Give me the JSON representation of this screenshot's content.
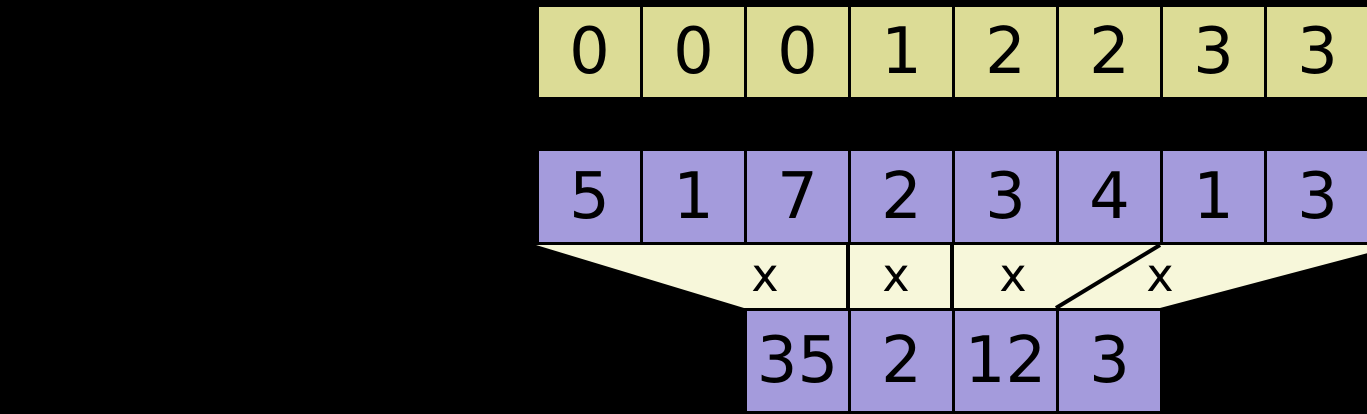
{
  "diagram": {
    "description": "segmented-reduction-diagram",
    "background_color": "#000000",
    "keys_row": {
      "color": "#dcdc96",
      "cells": [
        "0",
        "0",
        "0",
        "1",
        "2",
        "2",
        "3",
        "3"
      ]
    },
    "values_row": {
      "color": "#a49bdc",
      "cells": [
        "5",
        "1",
        "7",
        "2",
        "3",
        "4",
        "1",
        "3"
      ]
    },
    "reduce_band": {
      "color": "#f7f7da",
      "operators": [
        "x",
        "x",
        "x",
        "x"
      ]
    },
    "output_row": {
      "color": "#a49bdc",
      "cells": [
        "35",
        "2",
        "12",
        "3"
      ]
    }
  }
}
